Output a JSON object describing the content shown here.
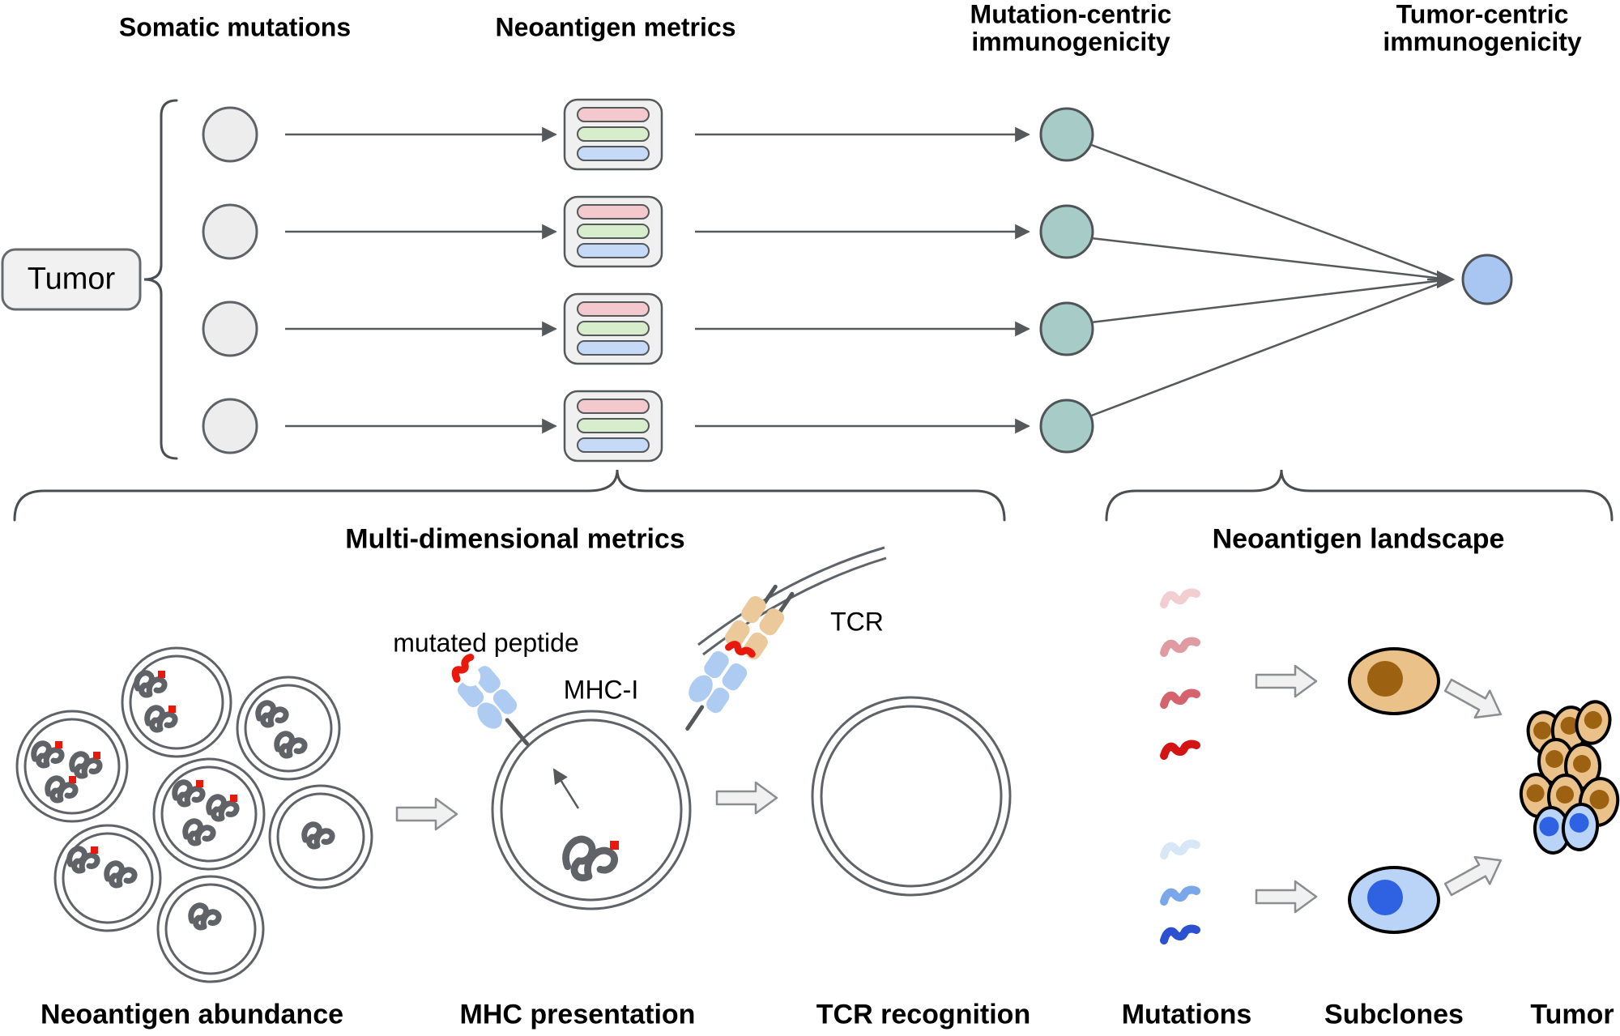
{
  "header": {
    "somatic_mutations": "Somatic mutations",
    "neoantigen_metrics": "Neoantigen metrics",
    "mutation_centric_line1": "Mutation-centric",
    "mutation_centric_line2": "immunogenicity",
    "tumor_centric_line1": "Tumor-centric",
    "tumor_centric_line2": "immunogenicity"
  },
  "tumor_node_label": "Tumor",
  "section_labels": {
    "multi_dimensional_metrics": "Multi-dimensional metrics",
    "neoantigen_landscape": "Neoantigen landscape"
  },
  "annotations": {
    "mutated_peptide": "mutated peptide",
    "mhc_class_i": "MHC-I",
    "tcr": "TCR"
  },
  "panel_labels": {
    "neoantigen_abundance": "Neoantigen abundance",
    "mhc_presentation": "MHC presentation",
    "tcr_recognition": "TCR recognition",
    "mutations": "Mutations",
    "subclones": "Subclones",
    "tumor": "Tumor"
  },
  "structure": {
    "somatic_mutation_nodes": 4,
    "metric_pills_per_mutation": 3,
    "mutation_centric_nodes": 4,
    "tumor_centric_nodes": 1,
    "abundance_cells": 7,
    "red_mutation_squiggles": 4,
    "blue_mutation_squiggles": 3,
    "subclones": 2
  },
  "colors": {
    "node_gray_fill": "#ededed",
    "node_teal_fill": "#a7cbc6",
    "node_blue_fill": "#a9c6f2",
    "pill_pink": "#f4c9ce",
    "pill_green": "#d7edcc",
    "pill_blue": "#c6d9f6",
    "outline_dark": "#55595c",
    "mutation_red_shades": [
      "#f2cdd1",
      "#e09aa2",
      "#d5636d",
      "#d41414"
    ],
    "mutation_blue_shades": [
      "#d8e7f5",
      "#7aa7ea",
      "#2b50d0"
    ],
    "mhc_blue": "#aecbf2",
    "tcr_tan": "#ecc99a",
    "peptide_red": "#e8190c",
    "tan_cell_fill": "#eac188",
    "tan_nucleus": "#9c6212",
    "blue_cell_fill": "#b9d4f7",
    "blue_nucleus": "#2f62e3"
  }
}
